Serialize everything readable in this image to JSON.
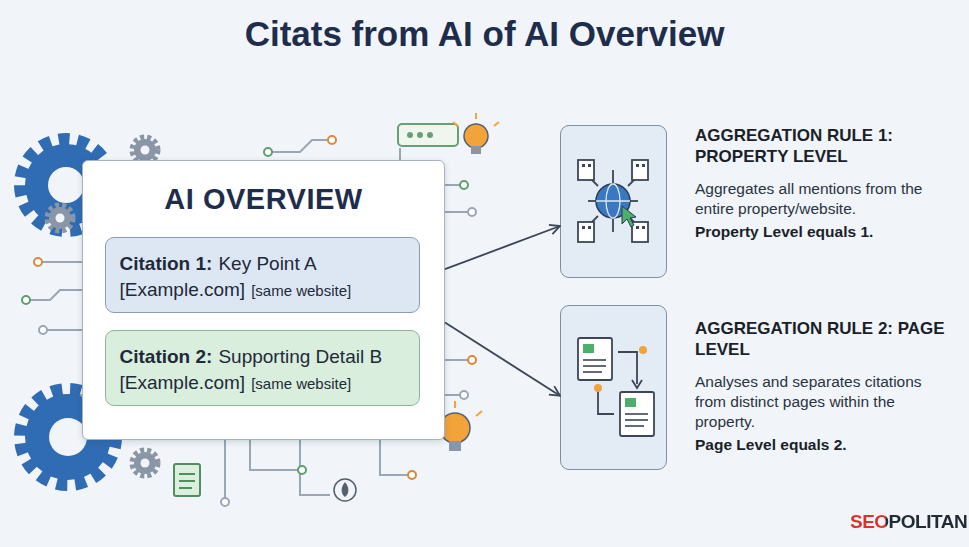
{
  "diagram": {
    "title": "Citats from AI of AI Overview",
    "nodes": [
      {
        "text": [
          "AI OVERVIEW"
        ]
      },
      {
        "text": [
          "Citation 1:",
          "Key Point A",
          "[Example.com]",
          "[same website]"
        ],
        "in": 0
      },
      {
        "text": [
          "Citation 2:",
          "Supporting Detail B",
          "[Example.com]",
          "[same website]"
        ],
        "in": 0
      },
      {
        "text": [
          "AGGREGATION RULE 1: PROPERTY LEVEL",
          "Aggregates all mentions from the entire property/website.",
          "Property Level equals 1."
        ]
      },
      {
        "text": [
          "AGGREGATION RULE 2: PAGE LEVEL",
          "Analyses and separates citations from distinct pages within the property.",
          "Page Level equals 2."
        ]
      }
    ],
    "edges": [
      {
        "from": 0,
        "to": 3,
        "arrow": "to"
      },
      {
        "from": 0,
        "to": 4,
        "arrow": "to"
      }
    ],
    "labels": [
      "SEOPOLITAN"
    ]
  }
}
